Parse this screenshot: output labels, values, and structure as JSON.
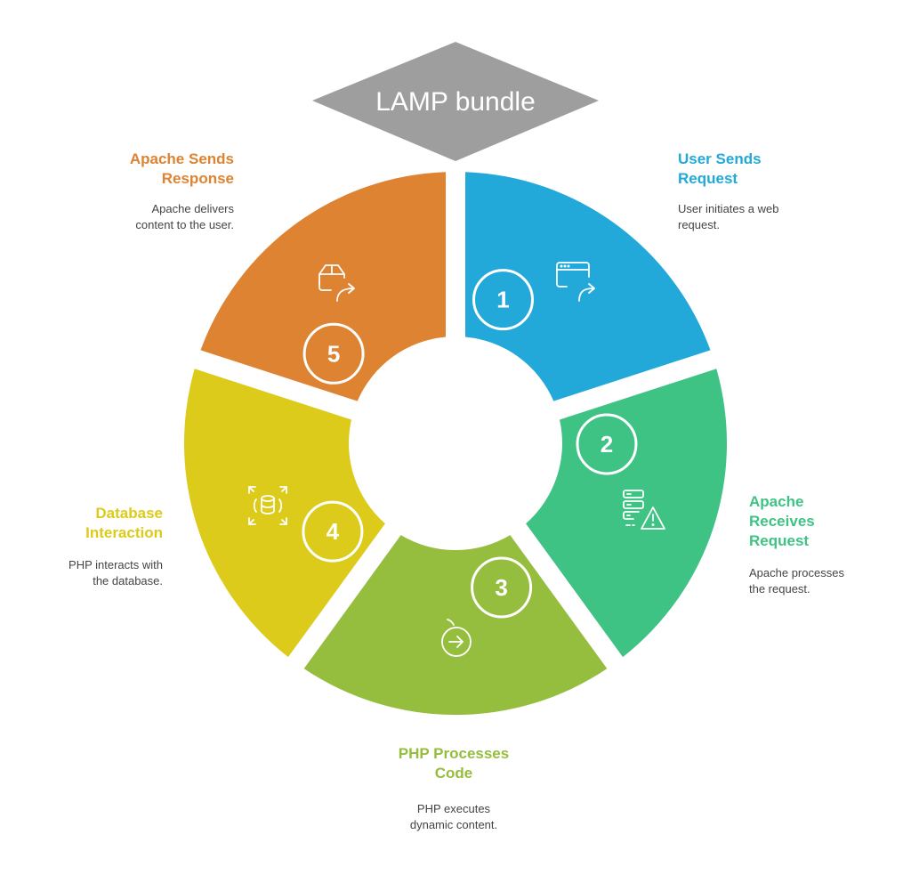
{
  "header": {
    "title": "LAMP bundle",
    "color": "#9e9e9e"
  },
  "steps": [
    {
      "number": "1",
      "title": "User Sends Request",
      "title_lines": [
        "User Sends",
        "Request"
      ],
      "description_lines": [
        "User initiates a web",
        "request."
      ],
      "color": "#22a9d9",
      "icon": "browser-window-share-icon"
    },
    {
      "number": "2",
      "title": "Apache Receives Request",
      "title_lines": [
        "Apache",
        "Receives",
        "Request"
      ],
      "description_lines": [
        "Apache processes",
        "the request."
      ],
      "color": "#3fc384",
      "icon": "server-warning-icon"
    },
    {
      "number": "3",
      "title": "PHP Processes Code",
      "title_lines": [
        "PHP Processes",
        "Code"
      ],
      "description_lines": [
        "PHP executes",
        "dynamic content."
      ],
      "color": "#95bd3e",
      "icon": "circle-arrow-right-icon"
    },
    {
      "number": "4",
      "title": "Database Interaction",
      "title_lines": [
        "Database",
        "Interaction"
      ],
      "description_lines": [
        "PHP interacts with",
        "the database."
      ],
      "color": "#dccb1a",
      "icon": "database-focus-icon"
    },
    {
      "number": "5",
      "title": "Apache Sends Response",
      "title_lines": [
        "Apache Sends",
        "Response"
      ],
      "description_lines": [
        "Apache delivers",
        "content to the user."
      ],
      "color": "#dd8331",
      "icon": "package-send-icon"
    }
  ]
}
